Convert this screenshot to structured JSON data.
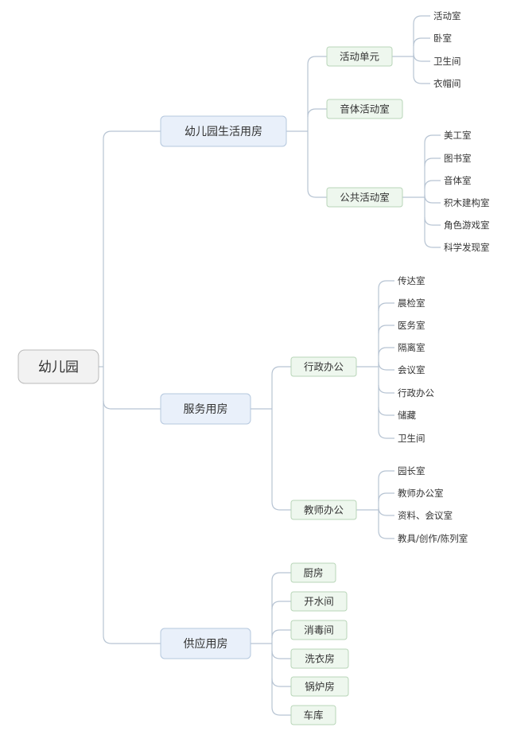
{
  "colors": {
    "line": "#b7c4d3",
    "root_fill": "#f2f2f2",
    "root_stroke": "#b9b9b9",
    "l1_fill": "#e9f0fa",
    "l1_stroke": "#b5c8de",
    "l2_fill": "#eef7ee",
    "l2_stroke": "#b8d6b8",
    "text": "#333333"
  },
  "root": {
    "label": "幼儿园",
    "children": [
      {
        "label": "幼儿园生活用房",
        "children": [
          {
            "label": "活动单元",
            "children": [
              "活动室",
              "卧室",
              "卫生间",
              "衣帽间"
            ]
          },
          {
            "label": "音体活动室",
            "children": []
          },
          {
            "label": "公共活动室",
            "children": [
              "美工室",
              "图书室",
              "音体室",
              "积木建构室",
              "角色游戏室",
              "科学发现室"
            ]
          }
        ]
      },
      {
        "label": "服务用房",
        "children": [
          {
            "label": "行政办公",
            "children": [
              "传达室",
              "晨检室",
              "医务室",
              "隔离室",
              "会议室",
              "行政办公",
              "储藏",
              "卫生间"
            ]
          },
          {
            "label": "教师办公",
            "children": [
              "园长室",
              "教师办公室",
              "资料、会议室",
              "教具/创作/陈列室"
            ]
          }
        ]
      },
      {
        "label": "供应用房",
        "children": [
          {
            "label": "厨房",
            "children": []
          },
          {
            "label": "开水间",
            "children": []
          },
          {
            "label": "消毒间",
            "children": []
          },
          {
            "label": "洗衣房",
            "children": []
          },
          {
            "label": "锅炉房",
            "children": []
          },
          {
            "label": "车库",
            "children": []
          }
        ]
      }
    ]
  }
}
